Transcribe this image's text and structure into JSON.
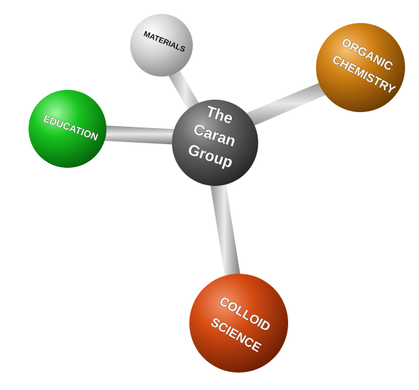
{
  "diagram": {
    "center": {
      "lines": [
        "The",
        "Caran",
        "Group"
      ],
      "color": "#555555"
    },
    "nodes": {
      "materials": {
        "label": "MATERIALS",
        "color": "#d9d9d9"
      },
      "organic": {
        "lines": [
          "ORGANIC",
          "CHEMISTRY"
        ],
        "color": "#c8780c"
      },
      "education": {
        "label": "EDUCATION",
        "color": "#12b81a"
      },
      "colloid": {
        "lines": [
          "COLLOID",
          "SCIENCE"
        ],
        "color": "#d24a12"
      }
    },
    "bond_color": "#b4b4b4"
  }
}
